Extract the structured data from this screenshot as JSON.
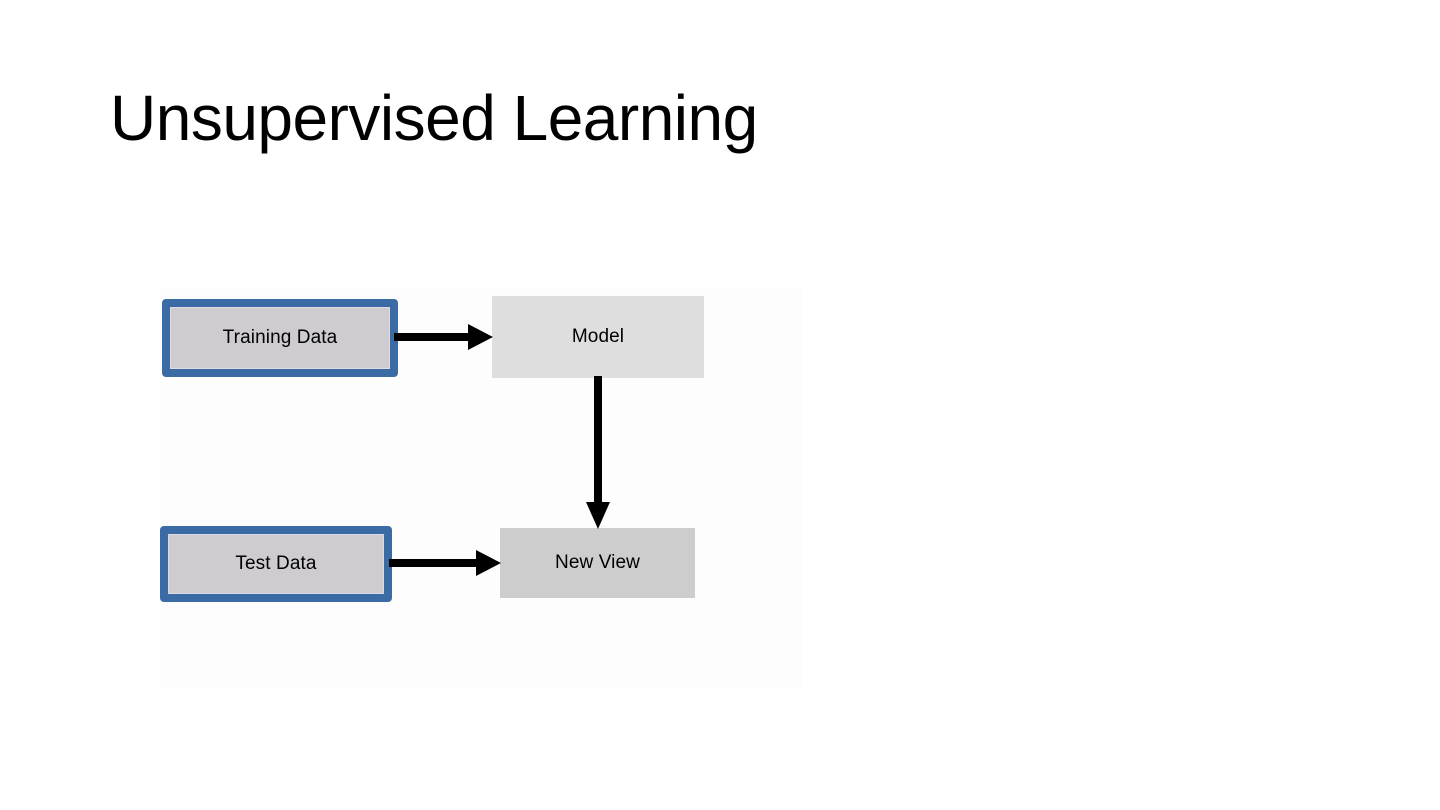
{
  "slide": {
    "title": "Unsupervised Learning",
    "background_color": "#ffffff"
  },
  "diagram": {
    "type": "flowchart",
    "accent_color": "#3a6ba5",
    "data_node_fill": "#cfccd1",
    "process_node_fill": "#dedede",
    "output_node_fill": "#cdcdcd",
    "arrow_color": "#000000",
    "nodes": [
      {
        "id": "training-data",
        "label": "Training Data",
        "style": "data-node",
        "column": "left",
        "row": "top"
      },
      {
        "id": "model",
        "label": "Model",
        "style": "plain-node",
        "column": "right",
        "row": "top"
      },
      {
        "id": "test-data",
        "label": "Test Data",
        "style": "data-node",
        "column": "left",
        "row": "bottom"
      },
      {
        "id": "new-view",
        "label": "New View",
        "style": "plain-node",
        "column": "right",
        "row": "bottom"
      }
    ],
    "edges": [
      {
        "id": "training-to-model",
        "from": "training-data",
        "to": "model",
        "direction": "right"
      },
      {
        "id": "model-to-new-view",
        "from": "model",
        "to": "new-view",
        "direction": "down"
      },
      {
        "id": "test-to-new-view",
        "from": "test-data",
        "to": "new-view",
        "direction": "right"
      }
    ]
  }
}
